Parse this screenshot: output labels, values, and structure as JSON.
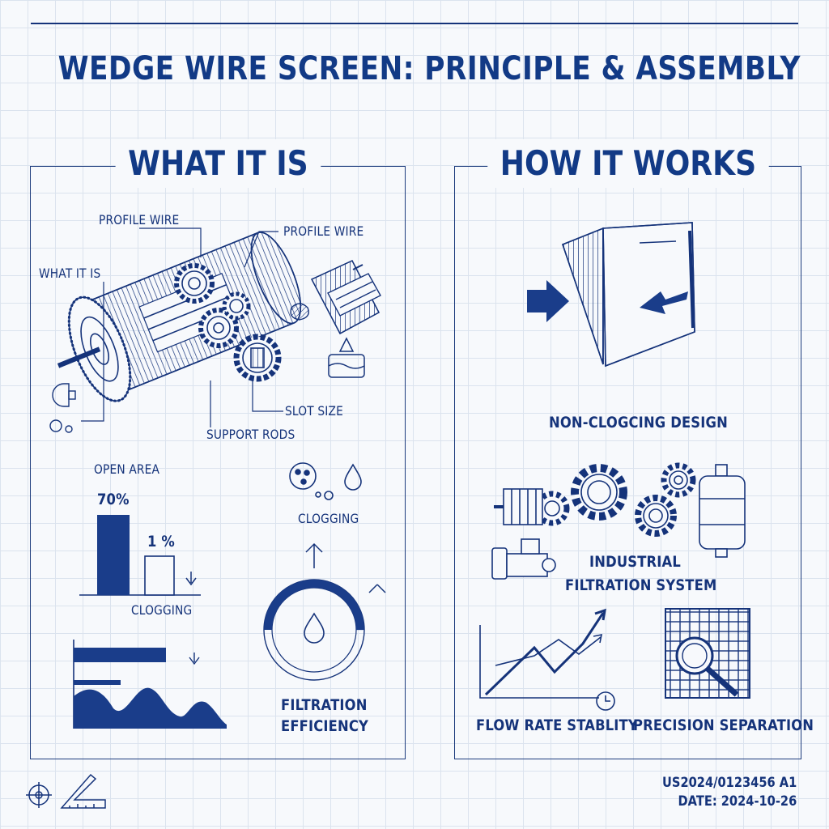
{
  "title": "WEDGE WIRE SCREEN: PRINCIPLE & ASSEMBLY",
  "left_panel": {
    "heading": "WHAT IT IS",
    "labels": {
      "profile_wire_1": "PROFILE WIRE",
      "profile_wire_2": "PROFILE WIRE",
      "what_it_is": "WHAT IT IS",
      "slot_size": "SLOT SIZE",
      "support_rods": "SUPPORT RODS",
      "open_area": "OPEN AREA",
      "clogging_bar": "CLOGGING",
      "clogging_icon": "CLOGGING",
      "filtration_efficiency_1": "FILTRATION",
      "filtration_efficiency_2": "EFFICIENCY"
    },
    "bar_chart": {
      "bar1_label": "70%",
      "bar2_label": "1 %"
    },
    "efficiency_ring_fraction": 0.5
  },
  "right_panel": {
    "heading": "HOW IT WORKS",
    "labels": {
      "non_clogging": "NON-CLOGCING DESIGN",
      "industrial_1": "INDUSTRIAL",
      "industrial_2": "FILTRATION SYSTEM",
      "flow_rate": "FLOW RATE STABLITY",
      "precision": "PRECISION SEPARATION"
    }
  },
  "footer": {
    "patent": "US2024/0123456 A1",
    "date": "DATE: 2024-10-26"
  },
  "colors": {
    "ink": "#15337a",
    "fill": "#1a3d8a",
    "grid": "#dbe3ee",
    "paper": "#f7f9fc"
  }
}
